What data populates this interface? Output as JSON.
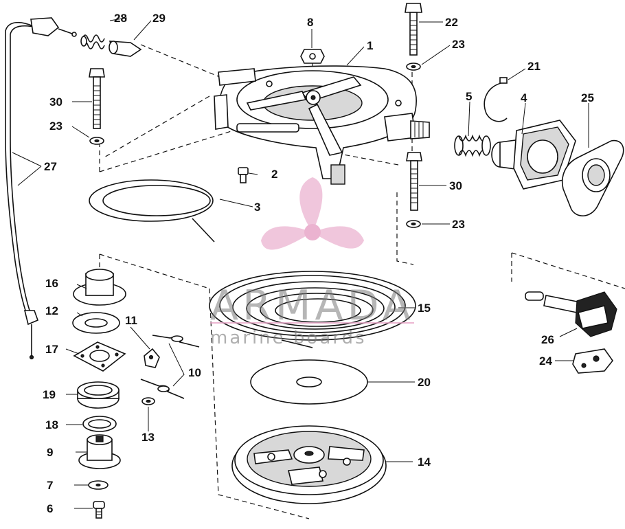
{
  "labels": {
    "l1": "1",
    "l2": "2",
    "l3": "3",
    "l4": "4",
    "l5": "5",
    "l6": "6",
    "l7": "7",
    "l8": "8",
    "l9": "9",
    "l10": "10",
    "l11": "11",
    "l12": "12",
    "l13": "13",
    "l14": "14",
    "l15": "15",
    "l16": "16",
    "l17": "17",
    "l18": "18",
    "l19": "19",
    "l20": "20",
    "l21": "21",
    "l22": "22",
    "l23a": "23",
    "l23b": "23",
    "l23c": "23",
    "l24": "24",
    "l25": "25",
    "l26": "26",
    "l27": "27",
    "l28": "28",
    "l29": "29",
    "l30a": "30",
    "l30b": "30"
  },
  "watermark": {
    "brand": "ARMADA",
    "tagline": "marine boards",
    "logo_color": "#e8a6c8"
  }
}
